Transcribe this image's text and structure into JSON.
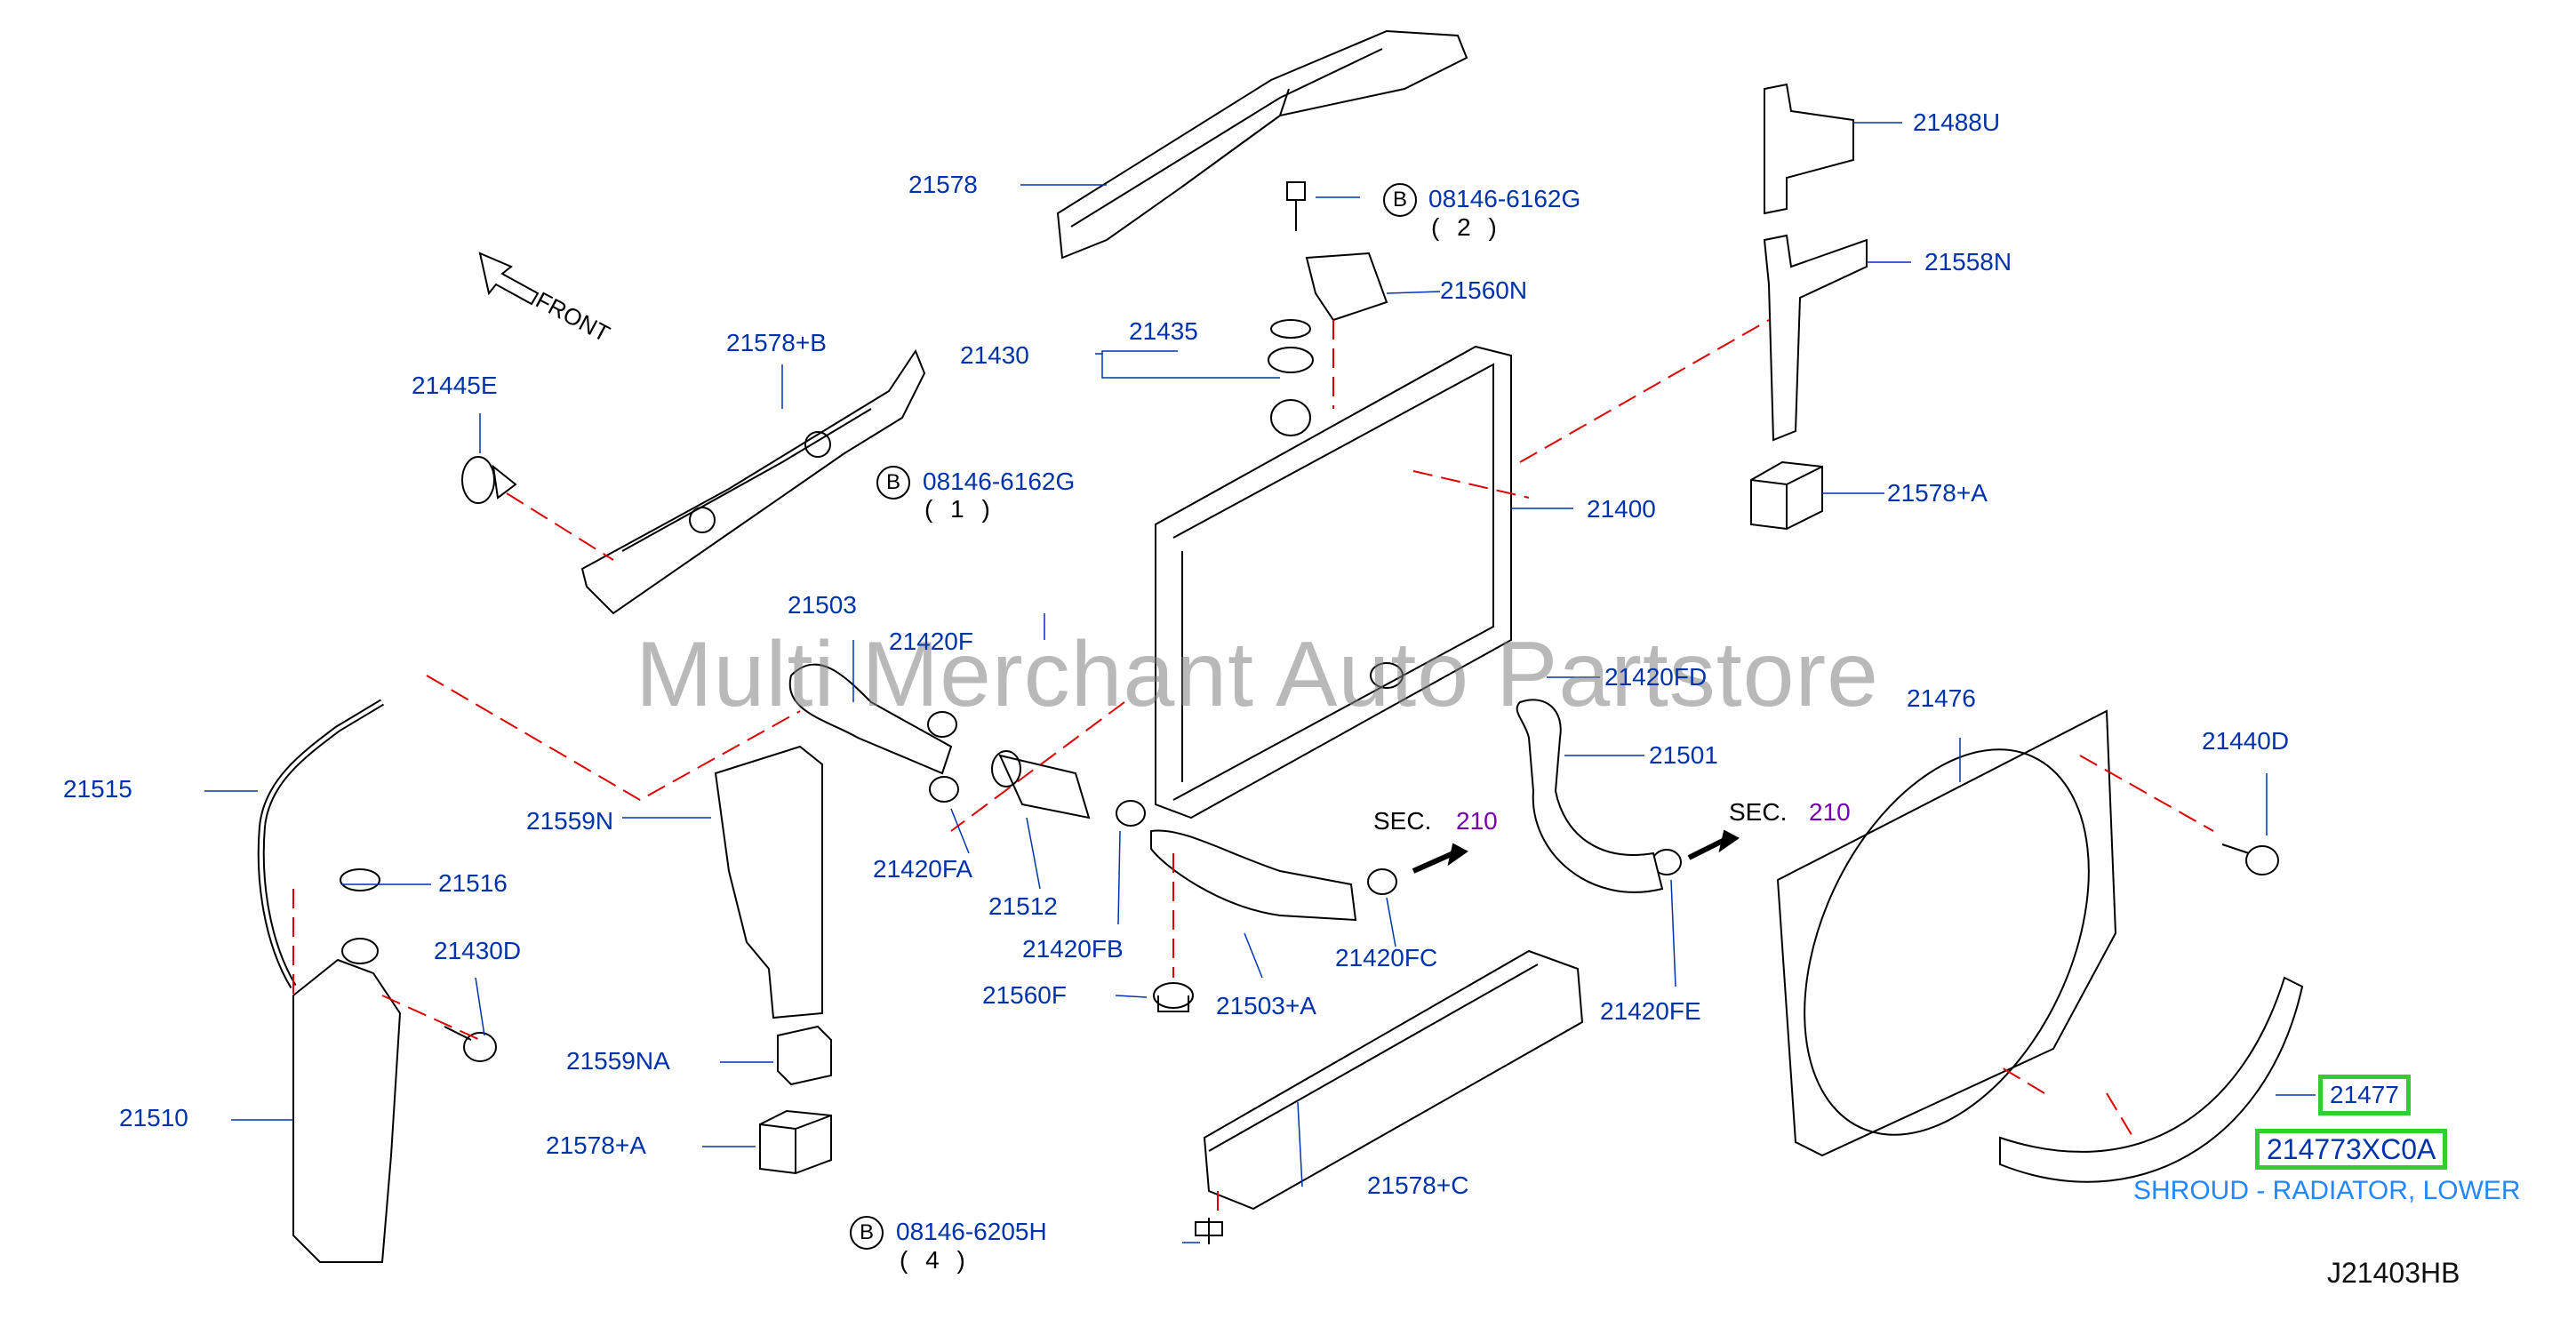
{
  "watermark": "Multi Merchant Auto Partstore",
  "front_label": "FRONT",
  "diagram_code": "J21403HB",
  "parts": {
    "p21578": "21578",
    "p21578b": "21578+B",
    "p21445e": "21445E",
    "p21430": "21430",
    "p21435": "21435",
    "p21560n": "21560N",
    "p21488u": "21488U",
    "p21558n": "21558N",
    "p21578a_r": "21578+A",
    "p21400": "21400",
    "p21503": "21503",
    "p21420f": "21420F",
    "p21420fd": "21420FD",
    "p21476": "21476",
    "p21440d": "21440D",
    "p21515": "21515",
    "p21559n": "21559N",
    "p21420fa": "21420FA",
    "p21512": "21512",
    "p21501": "21501",
    "p21516": "21516",
    "p21430d": "21430D",
    "p21420fb": "21420FB",
    "p21420fc": "21420FC",
    "p21420fe": "21420FE",
    "p21560f": "21560F",
    "p21503a": "21503+A",
    "p21559na": "21559NA",
    "p21510": "21510",
    "p21578a_l": "21578+A",
    "p21578c": "21578+C",
    "p21477": "21477",
    "p214773xc0a": "214773XC0A"
  },
  "bolts": {
    "b1": {
      "letter": "B",
      "part": "08146-6162G",
      "qty": "( 2 )"
    },
    "b2": {
      "letter": "B",
      "part": "08146-6162G",
      "qty": "( 1 )"
    },
    "b3": {
      "letter": "B",
      "part": "08146-6205H",
      "qty": "( 4 )"
    }
  },
  "sections": {
    "s1": {
      "prefix": "SEC.",
      "num": "210"
    },
    "s2": {
      "prefix": "SEC.",
      "num": "210"
    }
  },
  "highlight_description": "SHROUD - RADIATOR, LOWER",
  "colors": {
    "label_blue": "#0033aa",
    "leader_red": "#dd0000",
    "highlight_green": "#33cc33",
    "section_purple": "#7700aa",
    "desc_blue": "#2288ff"
  }
}
